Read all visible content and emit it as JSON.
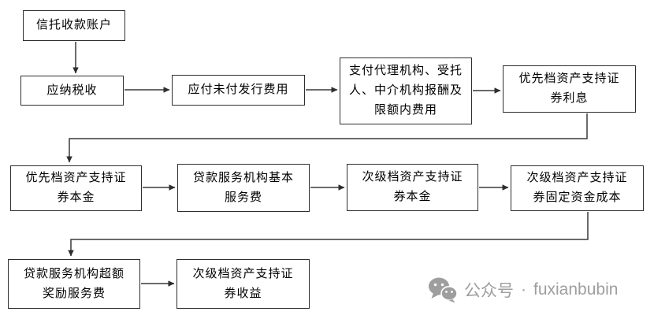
{
  "diagram": {
    "title_hint": "资产支持证券现金流分配顺序流程图",
    "nodes": [
      {
        "id": "trust-account",
        "label": "信托收款账户"
      },
      {
        "id": "taxes",
        "label": "应纳税收"
      },
      {
        "id": "issuance-fees",
        "label": "应付未付发行费用"
      },
      {
        "id": "agency-fees",
        "label": "支付代理机构、受托\n人、中介机构报酬及\n限额内费用"
      },
      {
        "id": "senior-interest",
        "label": "优先档资产支持证\n券利息"
      },
      {
        "id": "senior-principal",
        "label": "优先档资产支持证\n券本金"
      },
      {
        "id": "servicer-basic-fee",
        "label": "贷款服务机构基本\n服务费"
      },
      {
        "id": "sub-principal",
        "label": "次级档资产支持证\n券本金"
      },
      {
        "id": "sub-fixed-cost",
        "label": "次级档资产支持证\n券固定资金成本"
      },
      {
        "id": "servicer-excess-fee",
        "label": "贷款服务机构超额\n奖励服务费"
      },
      {
        "id": "sub-residual",
        "label": "次级档资产支持证\n券收益"
      }
    ],
    "edges": [
      {
        "from": "trust-account",
        "to": "taxes"
      },
      {
        "from": "taxes",
        "to": "issuance-fees"
      },
      {
        "from": "issuance-fees",
        "to": "agency-fees"
      },
      {
        "from": "agency-fees",
        "to": "senior-interest"
      },
      {
        "from": "senior-interest",
        "to": "senior-principal"
      },
      {
        "from": "senior-principal",
        "to": "servicer-basic-fee"
      },
      {
        "from": "servicer-basic-fee",
        "to": "sub-principal"
      },
      {
        "from": "sub-principal",
        "to": "sub-fixed-cost"
      },
      {
        "from": "sub-fixed-cost",
        "to": "servicer-excess-fee"
      },
      {
        "from": "servicer-excess-fee",
        "to": "sub-residual"
      }
    ],
    "colors": {
      "box_border": "#2e2e2e",
      "box_fill": "#ffffff",
      "text": "#000000",
      "connector": "#3a3a3a",
      "background": "#ffffff"
    }
  },
  "footer": {
    "icon": "wechat-icon",
    "wechat_label": "公众号",
    "separator": "·",
    "account_name": "fuxianbubin",
    "text_color": "#9e9e9e"
  }
}
